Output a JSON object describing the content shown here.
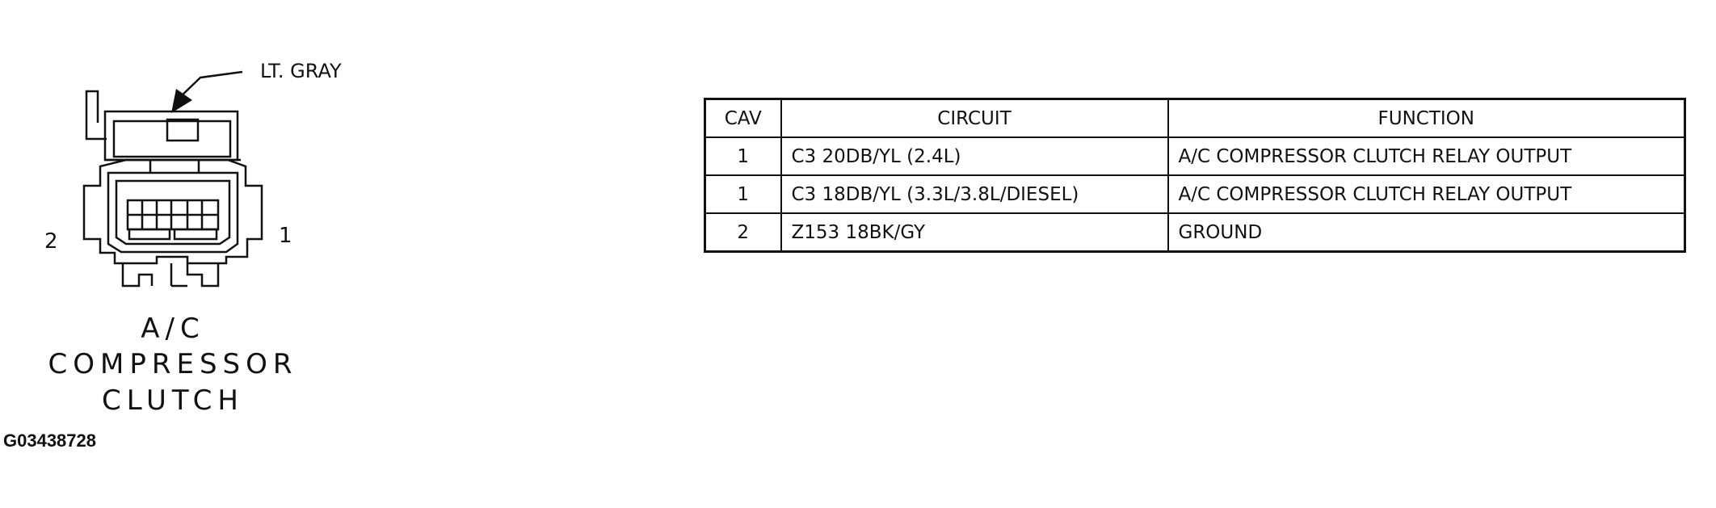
{
  "connector": {
    "color_callout": "LT. GRAY",
    "pin_left": "2",
    "pin_right": "1",
    "name_lines": [
      "A/C",
      "COMPRESSOR",
      "CLUTCH"
    ]
  },
  "figure_id": "G03438728",
  "pinout_table": {
    "headers": {
      "cav": "CAV",
      "circuit": "CIRCUIT",
      "function": "FUNCTION"
    },
    "rows": [
      {
        "cav": "1",
        "circuit": "C3 20DB/YL (2.4L)",
        "function": "A/C COMPRESSOR CLUTCH RELAY OUTPUT"
      },
      {
        "cav": "1",
        "circuit": "C3 18DB/YL (3.3L/3.8L/DIESEL)",
        "function": "A/C COMPRESSOR CLUTCH RELAY OUTPUT"
      },
      {
        "cav": "2",
        "circuit": "Z153 18BK/GY",
        "function": "GROUND"
      }
    ]
  }
}
